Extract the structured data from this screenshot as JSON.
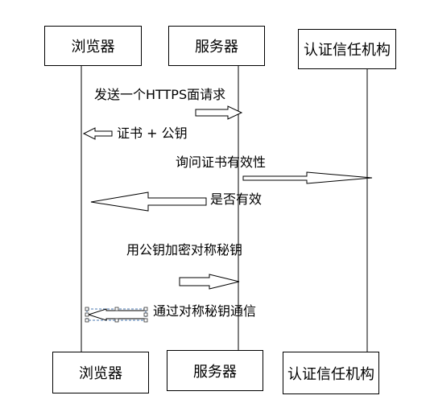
{
  "participants": {
    "browser": "浏览器",
    "server": "服务器",
    "ca": "认证信任机构"
  },
  "messages": {
    "https_request": "发送一个HTTPS面请求",
    "cert_pubkey": "证书 + 公钥",
    "verify_cert": "询问证书有效性",
    "valid": "是否有效",
    "encrypt_key": "用公钥加密对称秘钥",
    "symmetric_comm": "通过对称秘钥通信"
  }
}
